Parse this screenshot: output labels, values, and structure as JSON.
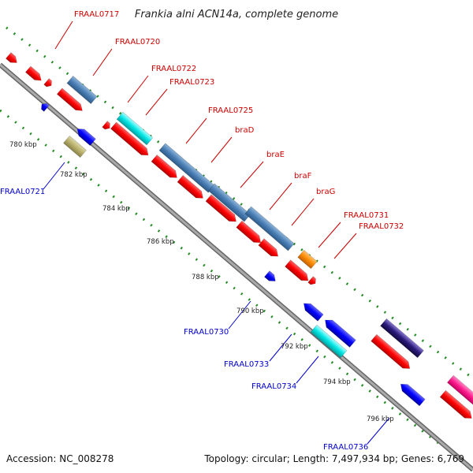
{
  "title": "Frankia alni ACN14a, complete genome",
  "footer": {
    "accession": "Accession: NC_008278",
    "summary": "Topology: circular; Length: 7,497,934 bp; Genes: 6,769"
  },
  "colors": {
    "forward_gene_label": "#cc0000",
    "reverse_gene_label": "#0000cc",
    "forward_cds": "#ff0000",
    "reverse_cds": "#0000ff",
    "rrna_like": "#4a7fb5",
    "cyan_feature": "#00e5e5",
    "khaki_feature": "#b8b06a",
    "orange_feature": "#ff8c00",
    "purple_feature": "#2a1a7a",
    "pink_feature": "#ff1a8c",
    "backbone": "#999999",
    "tick": "#228b22"
  },
  "kbp_ticks": [
    "780 kbp",
    "782 kbp",
    "784 kbp",
    "786 kbp",
    "788 kbp",
    "790 kbp",
    "792 kbp",
    "794 kbp",
    "796 kbp"
  ],
  "forward_labels": [
    "FRAAL0717",
    "FRAAL0720",
    "FRAAL0722",
    "FRAAL0723",
    "FRAAL0725",
    "braD",
    "braE",
    "braF",
    "braG",
    "FRAAL0731",
    "FRAAL0732"
  ],
  "reverse_labels": [
    "FRAAL0721",
    "FRAAL0730",
    "FRAAL0733",
    "FRAAL0734",
    "FRAAL0736"
  ]
}
